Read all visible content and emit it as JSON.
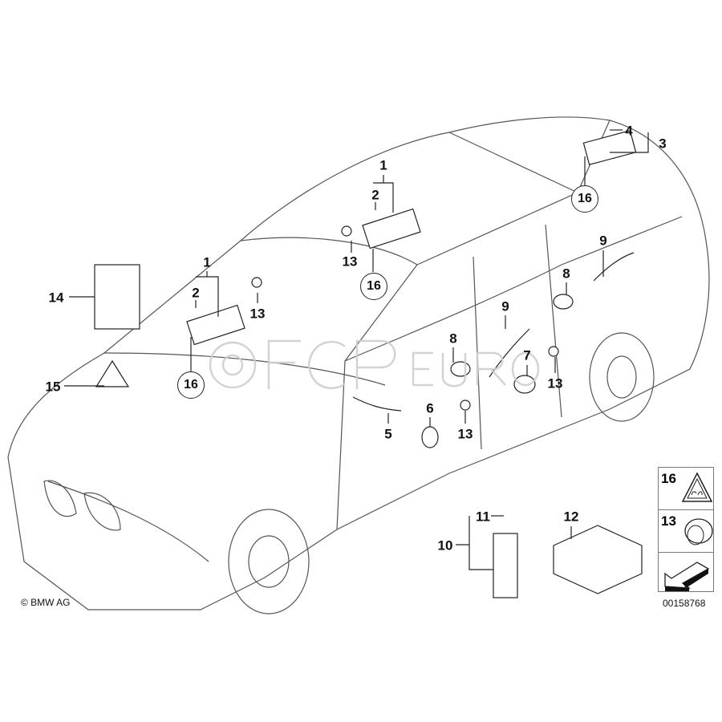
{
  "diagram": {
    "labels": {
      "l1a": "1",
      "l2a": "2",
      "l13a": "13",
      "l16a": "16",
      "l1b": "1",
      "l2b": "2",
      "l13b": "13",
      "l16b": "16",
      "l4": "4",
      "l3": "3",
      "l16c": "16",
      "l14": "14",
      "l15": "15",
      "l9a": "9",
      "l8a": "8",
      "l9b": "9",
      "l8b": "8",
      "l7": "7",
      "l13c": "13",
      "l5": "5",
      "l6": "6",
      "l13d": "13",
      "l11": "11",
      "l10": "10",
      "l12": "12"
    },
    "legend": [
      {
        "number": "16",
        "icon": "warning-triangle-icon"
      },
      {
        "number": "13",
        "icon": "grommet-icon"
      },
      {
        "number": "",
        "icon": "arrow-icon"
      }
    ],
    "copyright": "© BMW AG",
    "diagram_id": "00158768",
    "watermark": "FCP EURO"
  }
}
